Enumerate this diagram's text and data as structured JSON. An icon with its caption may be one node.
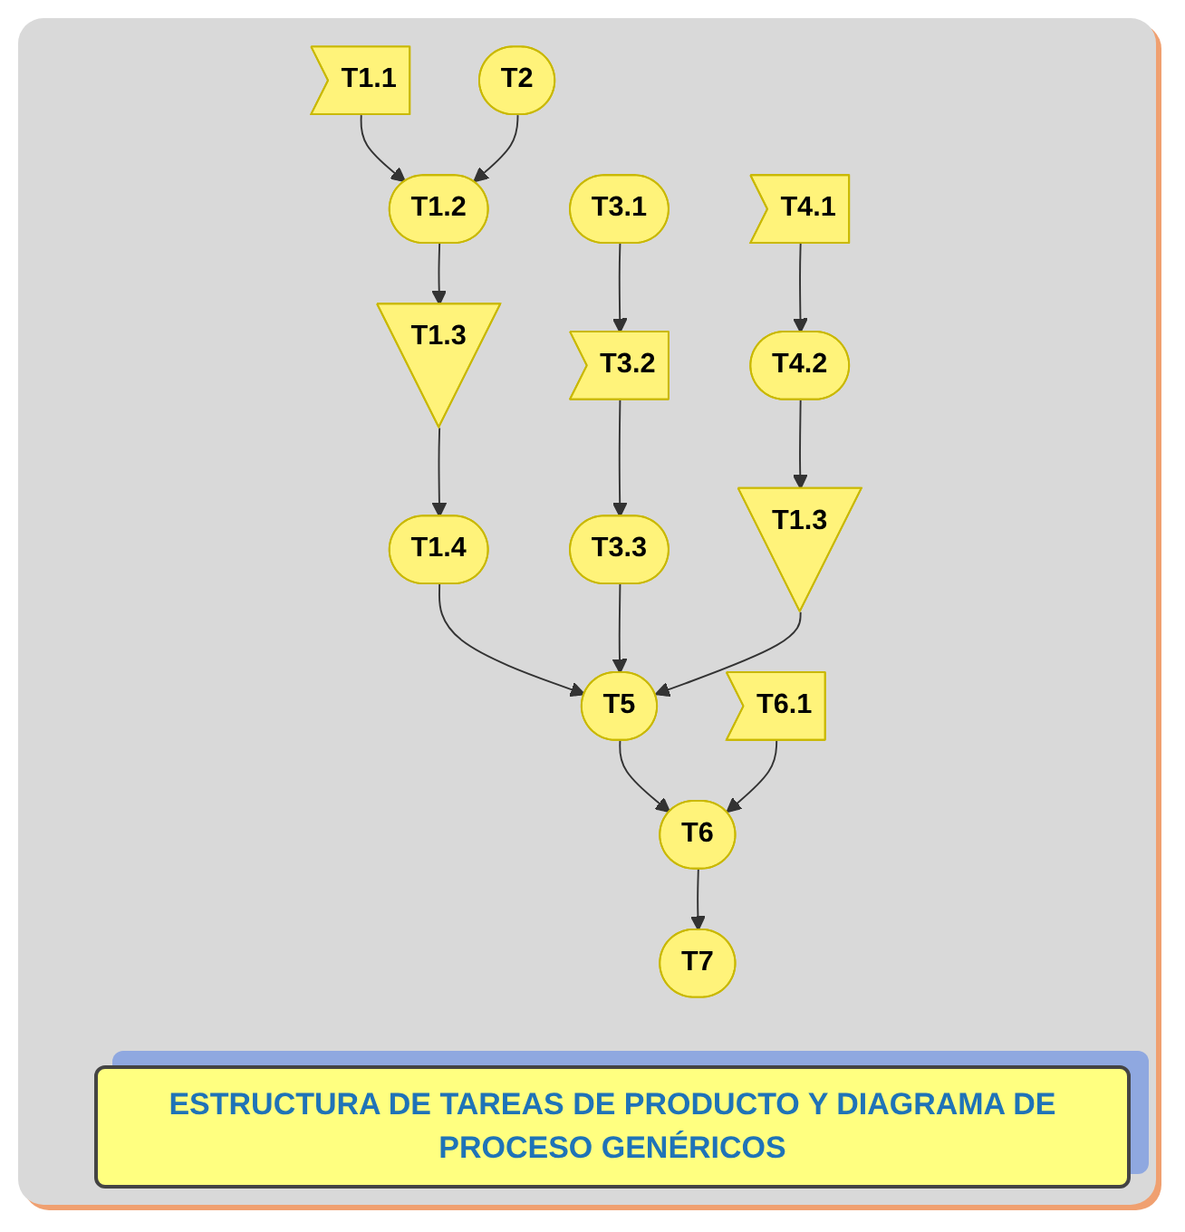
{
  "diagram": {
    "caption": "ESTRUCTURA DE TAREAS DE PRODUCTO Y DIAGRAMA DE PROCESO GENÉRICOS",
    "nodes": [
      {
        "text": [
          "T1.1"
        ]
      },
      {
        "text": [
          "T1.2"
        ]
      },
      {
        "text": [
          "T2"
        ]
      },
      {
        "text": [
          "T1.3"
        ]
      },
      {
        "text": [
          "T1.4"
        ]
      },
      {
        "text": [
          "T3.1"
        ]
      },
      {
        "text": [
          "T3.2"
        ]
      },
      {
        "text": [
          "T3.3"
        ]
      },
      {
        "text": [
          "T4.1"
        ]
      },
      {
        "text": [
          "T4.2"
        ]
      },
      {
        "text": [
          "T1.3"
        ]
      },
      {
        "text": [
          "T5"
        ]
      },
      {
        "text": [
          "T6.1"
        ]
      },
      {
        "text": [
          "T6"
        ]
      },
      {
        "text": [
          "T7"
        ]
      }
    ],
    "edges": [
      {
        "from": 0,
        "to": 1,
        "arrow": "to"
      },
      {
        "from": 2,
        "to": 1,
        "arrow": "to"
      },
      {
        "from": 1,
        "to": 3,
        "arrow": "to"
      },
      {
        "from": 3,
        "to": 4,
        "arrow": "to"
      },
      {
        "from": 4,
        "to": 11,
        "arrow": "to"
      },
      {
        "from": 5,
        "to": 6,
        "arrow": "to"
      },
      {
        "from": 6,
        "to": 7,
        "arrow": "to"
      },
      {
        "from": 7,
        "to": 11,
        "arrow": "to"
      },
      {
        "from": 8,
        "to": 9,
        "arrow": "to"
      },
      {
        "from": 9,
        "to": 10,
        "arrow": "to"
      },
      {
        "from": 10,
        "to": 11,
        "arrow": "to"
      },
      {
        "from": 11,
        "to": 13,
        "arrow": "to"
      },
      {
        "from": 12,
        "to": 13,
        "arrow": "to"
      },
      {
        "from": 13,
        "to": 14,
        "arrow": "to"
      }
    ]
  }
}
